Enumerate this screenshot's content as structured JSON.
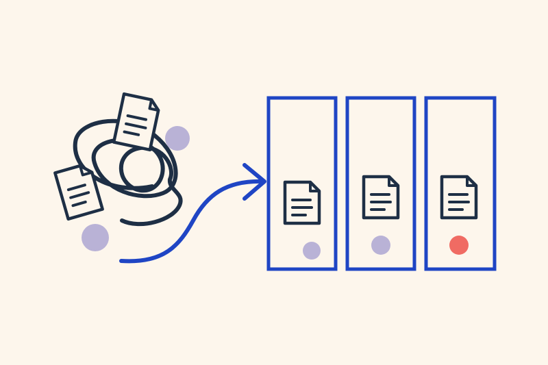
{
  "colors": {
    "background": "#fdf6ec",
    "ink": "#1e2f45",
    "accent_blue": "#1f45c4",
    "paper": "#fdf6ec",
    "dot_lavender": "#b9b2d6",
    "dot_coral": "#f06b63"
  },
  "scene": {
    "left_group": [
      "tangled-line",
      "document-icon",
      "document-icon",
      "lavender-dot",
      "lavender-dot"
    ],
    "connector": "arrow-curve",
    "folders": [
      {
        "icon": "document-icon",
        "dot": "lavender"
      },
      {
        "icon": "document-icon",
        "dot": "lavender"
      },
      {
        "icon": "document-icon",
        "dot": "coral"
      }
    ]
  }
}
